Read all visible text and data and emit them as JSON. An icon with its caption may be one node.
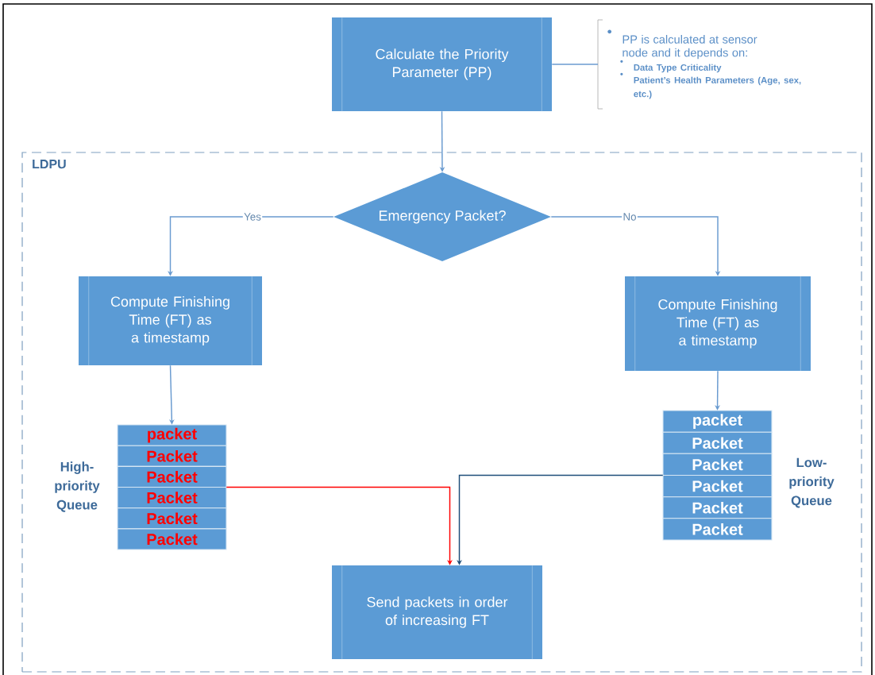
{
  "diagram": {
    "nodes": [
      {
        "text": [
          "LDPU"
        ]
      },
      {
        "text": [
          "Calculate the Priority Parameter (PP)"
        ]
      },
      {
        "text": [
          "PP is calculated at sensor node and it depends on:",
          "Data Type Criticality",
          "Patient’s Health Parameters (Age, sex, etc.)"
        ]
      },
      {
        "text": [
          "Emergency Packet?"
        ],
        "in": 0
      },
      {
        "text": [
          "Compute Finishing Time (FT) as a timestamp"
        ],
        "in": 0
      },
      {
        "text": [
          "Compute Finishing Time (FT) as a timestamp"
        ],
        "in": 0
      },
      {
        "text": [
          "packet",
          "Packet",
          "Packet",
          "Packet",
          "Packet",
          "Packet"
        ],
        "beside": [
          "High-priority Queue"
        ],
        "in": 0
      },
      {
        "text": [
          "packet",
          "Packet",
          "Packet",
          "Packet",
          "Packet",
          "Packet"
        ],
        "beside": [
          "Low-priority Queue"
        ],
        "in": 0
      },
      {
        "text": [
          "Send packets in order of increasing FT"
        ],
        "in": 0
      }
    ],
    "edges": [
      {
        "from": 1,
        "to": 3,
        "arrow": "to"
      },
      {
        "from": 1,
        "to": 2,
        "arrow": "none"
      },
      {
        "from": 3,
        "to": 4,
        "label": "Yes",
        "arrow": "to"
      },
      {
        "from": 3,
        "to": 5,
        "label": "No",
        "arrow": "to"
      },
      {
        "from": 4,
        "to": 6,
        "arrow": "to"
      },
      {
        "from": 5,
        "to": 7,
        "arrow": "to"
      },
      {
        "from": 6,
        "to": 8,
        "arrow": "to",
        "color": "#ff0000"
      },
      {
        "from": 7,
        "to": 8,
        "arrow": "to",
        "color": "#1f4e79"
      }
    ]
  }
}
